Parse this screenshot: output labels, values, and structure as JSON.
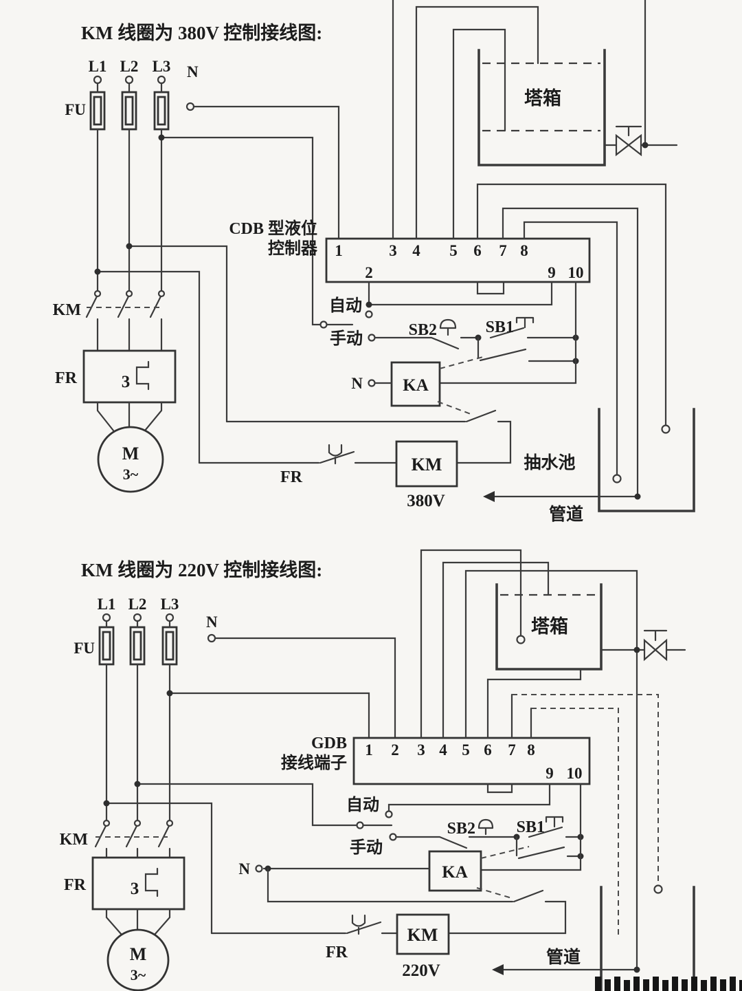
{
  "colors": {
    "background": "#f7f6f3",
    "line": "#3b3b3b",
    "text": "#1c1c1c"
  },
  "diagram_380v": {
    "title": "KM 线圈为 380V 控制接线图:",
    "phases": [
      "L1",
      "L2",
      "L3"
    ],
    "neutral": "N",
    "fuse": "FU",
    "contactor": "KM",
    "thermal_relay": "FR",
    "thermal_relay_poles": "3",
    "motor": "M",
    "motor_phases": "3~",
    "controller_line1": "CDB 型液位",
    "controller_line2": "控制器",
    "terminals_row1": [
      "1",
      "3",
      "4",
      "5",
      "6",
      "7",
      "8"
    ],
    "terminals_row2": [
      "2",
      "9",
      "10"
    ],
    "auto": "自动",
    "manual": "手动",
    "stop_button": "SB2",
    "start_button": "SB1",
    "relay": "KA",
    "relay_neutral": "N",
    "coil": "KM",
    "coil_voltage": "380V",
    "coil_overload": "FR",
    "tower_tank": "塔箱",
    "pump_pool": "抽水池",
    "pipe": "管道"
  },
  "diagram_220v": {
    "title": "KM 线圈为 220V 控制接线图:",
    "phases": [
      "L1",
      "L2",
      "L3"
    ],
    "neutral": "N",
    "fuse": "FU",
    "contactor": "KM",
    "thermal_relay": "FR",
    "thermal_relay_poles": "3",
    "motor": "M",
    "motor_phases": "3~",
    "terminal_block_line1": "GDB",
    "terminal_block_line2": "接线端子",
    "terminals_row1": [
      "1",
      "2",
      "3",
      "4",
      "5",
      "6",
      "7",
      "8"
    ],
    "terminals_row2": [
      "9",
      "10"
    ],
    "auto": "自动",
    "manual": "手动",
    "stop_button": "SB2",
    "start_button": "SB1",
    "relay": "KA",
    "relay_neutral": "N",
    "coil": "KM",
    "coil_voltage": "220V",
    "coil_overload": "FR",
    "tower_tank": "塔箱",
    "pipe": "管道"
  }
}
